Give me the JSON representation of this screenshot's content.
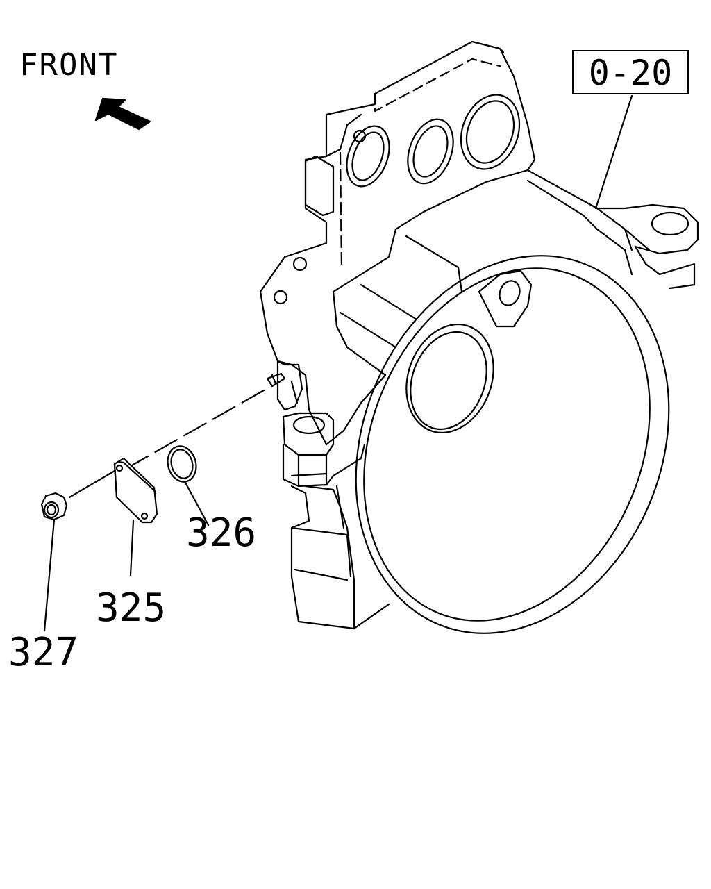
{
  "labels": {
    "front": "FRONT",
    "reference": "0-20"
  },
  "parts": [
    {
      "number": "326"
    },
    {
      "number": "325"
    },
    {
      "number": "327"
    }
  ],
  "colors": {
    "line": "#000000",
    "background": "#ffffff"
  },
  "icons": {
    "direction": "arrow-front-icon"
  }
}
